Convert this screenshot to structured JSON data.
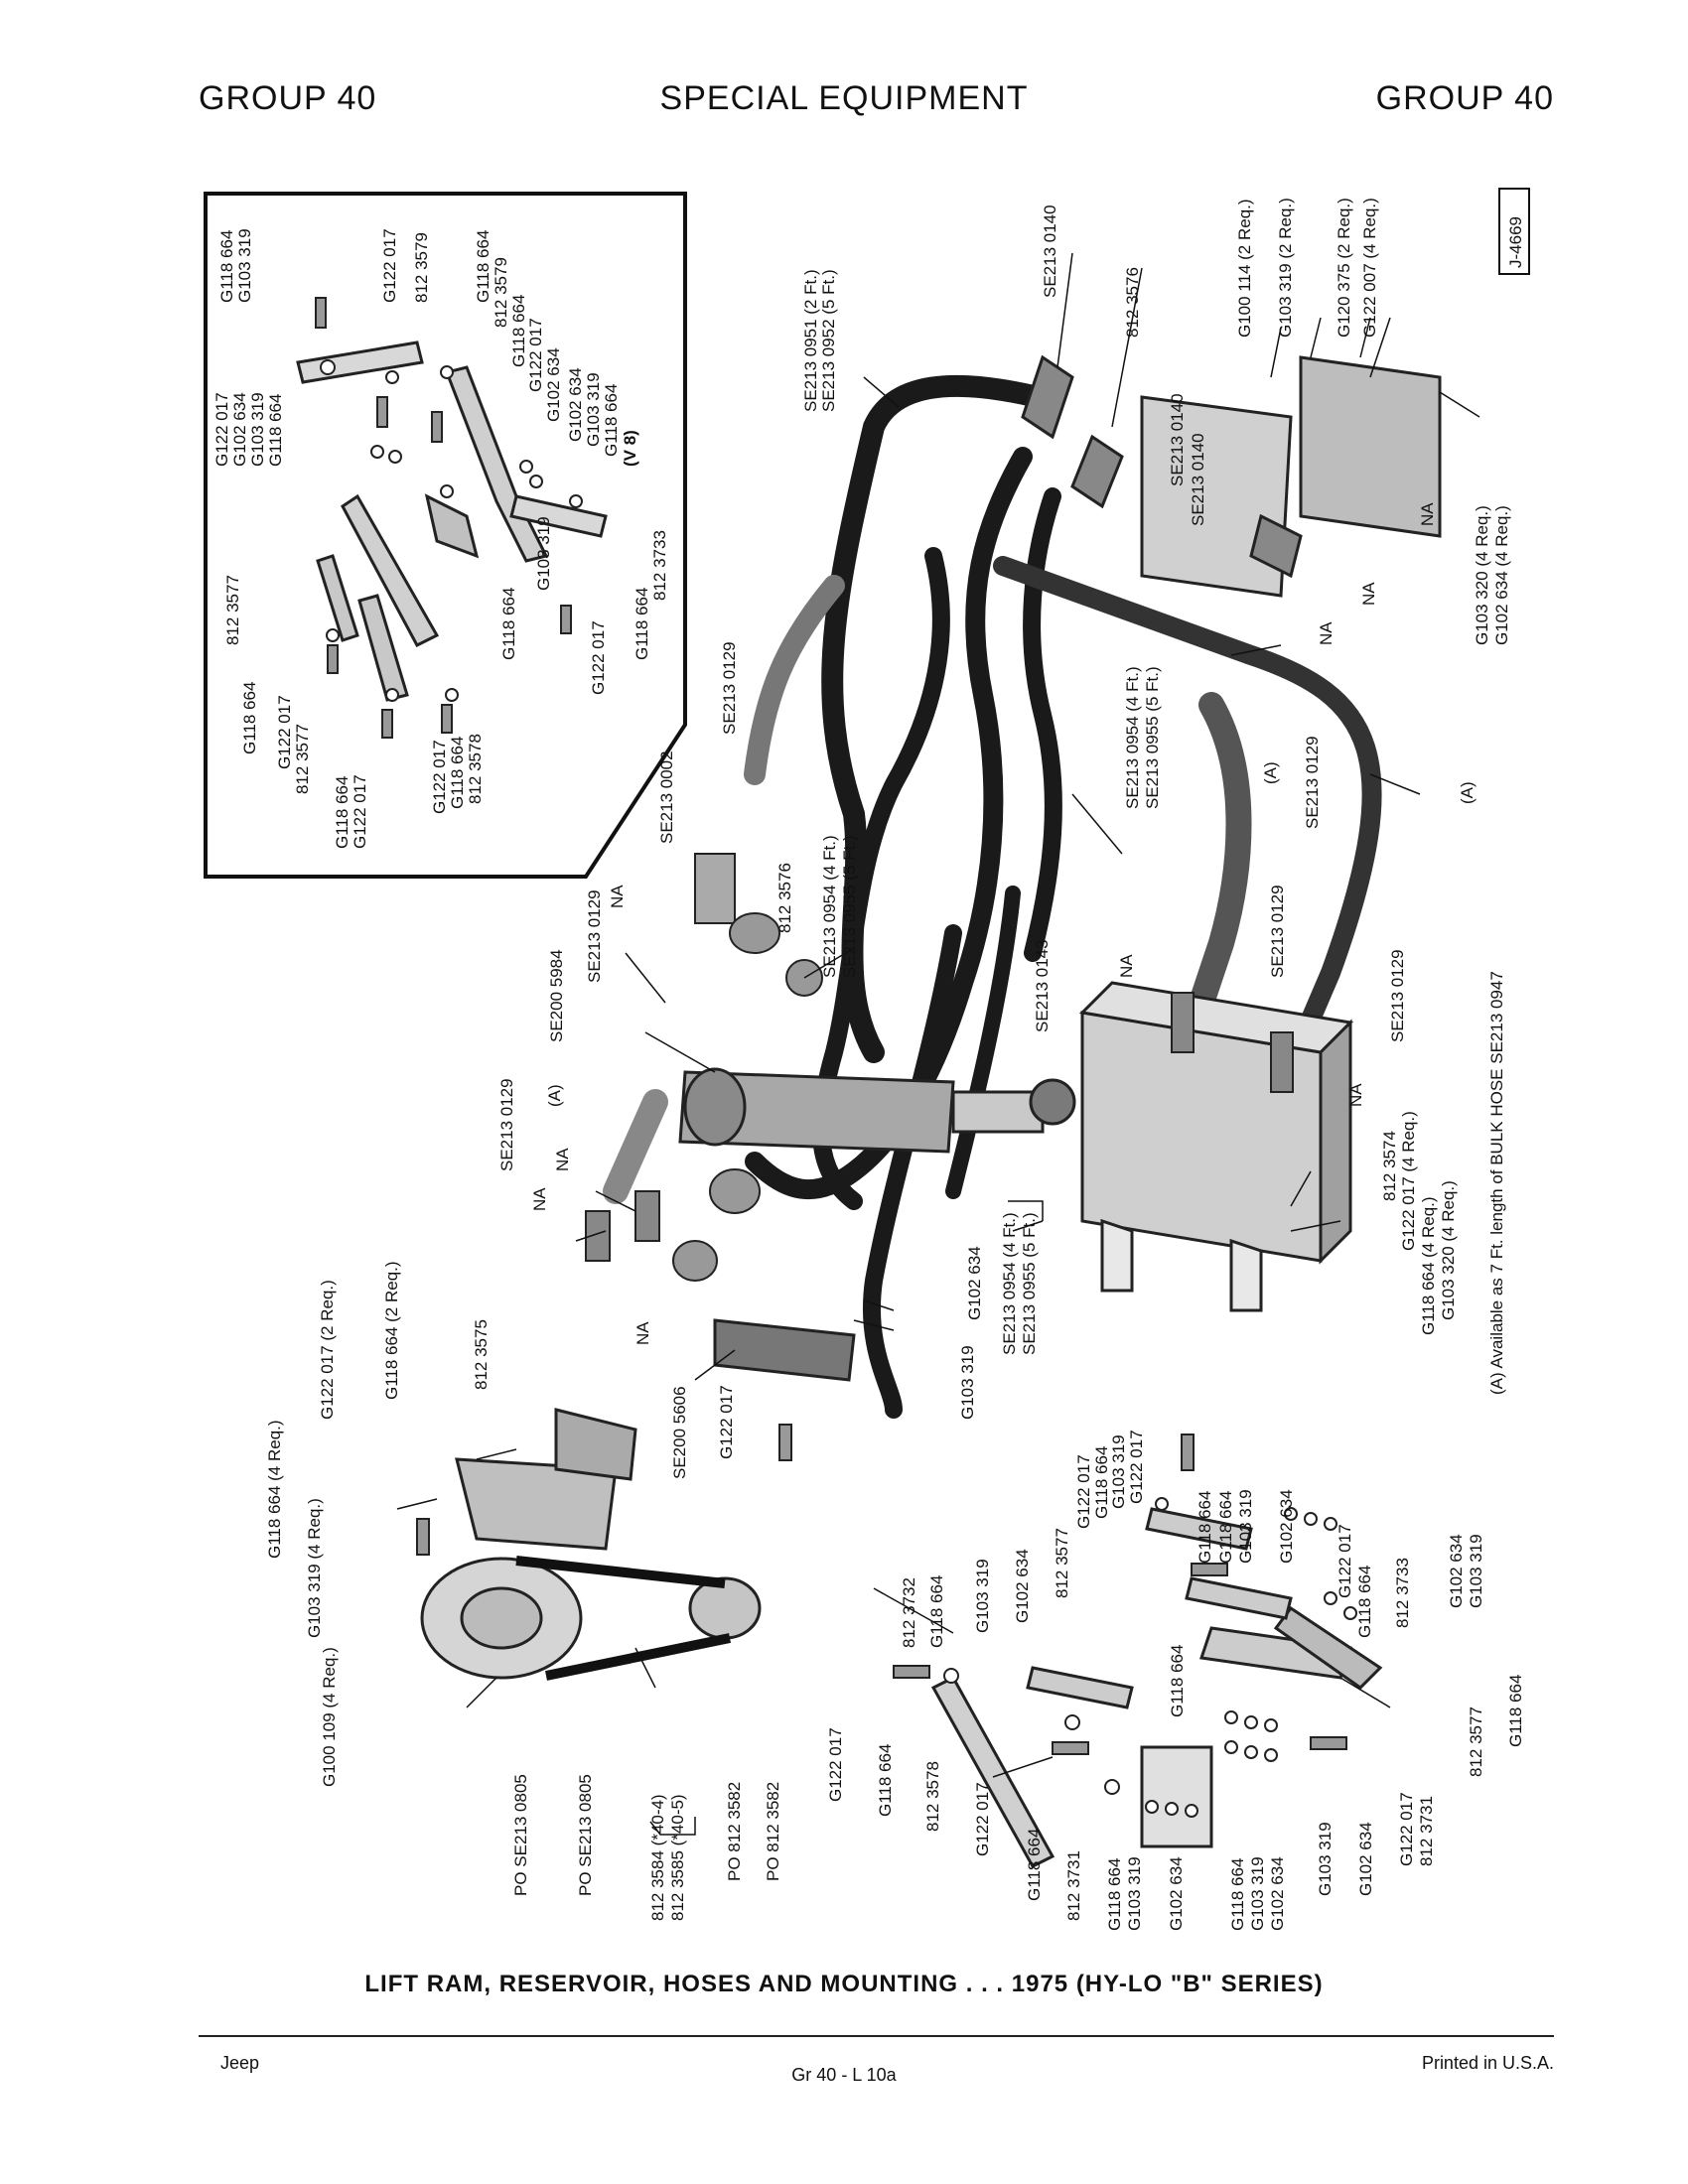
{
  "header": {
    "left": "GROUP 40",
    "center": "SPECIAL EQUIPMENT",
    "right": "GROUP 40"
  },
  "figure_id": "J-4669",
  "inset": {
    "note": "(V 8)",
    "labels": [
      "G118 664",
      "G103 319",
      "G122 017",
      "812 3579",
      "G118 664",
      "812 3579",
      "G118 664",
      "G122 017",
      "G102 634",
      "G102 634",
      "G103 319",
      "G118 664",
      "G122 017",
      "G102 634",
      "G103 319",
      "G118 664",
      "812 3577",
      "G103 319",
      "G118 664",
      "812 3733",
      "G118 664",
      "G122 017",
      "G118 664",
      "G122 017",
      "812 3577",
      "G118 664",
      "G122 017",
      "G122 017",
      "G118 664",
      "812 3578"
    ]
  },
  "callouts": {
    "c01": "SE213 0951 (2 Ft.)",
    "c02": "SE213 0952 (5 Ft.)",
    "c03": "SE213 0140",
    "c04": "812 3576",
    "c05": "G100 114 (2 Req.)",
    "c06": "G103 319 (2 Req.)",
    "c07": "G120 375 (2 Req.)",
    "c08": "G122 007 (4 Req.)",
    "c09": "SE213 0140",
    "c10": "SE213 0140",
    "c11": "G103 320 (4 Req.)",
    "c12": "G102 634 (4 Req.)",
    "c13": "NA",
    "c14": "NA",
    "c15": "NA",
    "c16": "SE213 0129",
    "c17": "SE213 0954 (4 Ft.)",
    "c18": "SE213 0955 (5 Ft.)",
    "c19": "(A)",
    "c20": "SE213 0129",
    "c21": "(A)",
    "c22": "SE213 0002",
    "c23": "812 3576",
    "c24": "SE213 0954 (4 Ft.)",
    "c25": "SE213 0955 (5 Ft.)",
    "c26": "NA",
    "c27": "SE213 0129",
    "c28": "SE200 5984",
    "c29": "SE213 0143",
    "c30": "NA",
    "c31": "SE213 0129",
    "c32": "SE213 0129",
    "c33": "(A)",
    "c34": "SE213 0129",
    "c35": "NA",
    "c36": "NA",
    "c37": "NA",
    "c38": "812 3574",
    "c39": "G122 017 (4 Req.)",
    "c40": "G118 664 (4 Req.)",
    "c41": "G103 320 (4 Req.)",
    "c42": "(A) Available as 7 Ft. length of BULK HOSE SE213 0947",
    "c43": "NA",
    "c44": "G102 634",
    "c45": "SE213 0954 (4 Ft.)",
    "c46": "SE213 0955 (5 Ft.)",
    "c47": "G103 319",
    "c48": "G122 017",
    "c49": "SE200 5606",
    "c50": "812 3575",
    "c51": "G118 664 (2 Req.)",
    "c52": "G122 017 (2 Req.)",
    "c53": "G118 664 (4 Req.)",
    "c54": "G103 319 (4 Req.)",
    "c55": "G100 109 (4 Req.)",
    "c56": "PO SE213 0805",
    "c57": "PO SE213 0805",
    "c58": "812 3584 (*40-4)",
    "c59": "812 3585 (*40-5)",
    "c60": "PO 812 3582",
    "c61": "PO 812 3582",
    "c62": "G122 017",
    "c63": "G118 664",
    "c64": "G103 319",
    "c65": "G122 017",
    "c66": "G118 664",
    "c67": "G118 664",
    "c68": "G103 319",
    "c69": "G102 634",
    "c70": "812 3577",
    "c71": "G122 017",
    "c72": "G118 664",
    "c73": "812 3733",
    "c74": "G102 634",
    "c75": "G103 319",
    "c76": "G102 634",
    "c77": "G103 319",
    "c78": "G118 664",
    "c79": "812 3732",
    "c80": "G118 664",
    "c81": "G122 017",
    "c82": "G118 664",
    "c83": "812 3578",
    "c84": "G122 017",
    "c85": "G118 664",
    "c86": "812 3731",
    "c87": "G118 664",
    "c88": "G103 319",
    "c89": "G102 634",
    "c90": "G118 664",
    "c91": "G103 319",
    "c92": "G102 634",
    "c93": "G103 319",
    "c94": "G102 634",
    "c95": "G122 017",
    "c96": "812 3731",
    "c97": "812 3577",
    "c98": "G118 664"
  },
  "caption": "LIFT RAM, RESERVOIR, HOSES AND MOUNTING . . . 1975 (HY-LO \"B\" SERIES)",
  "footer": {
    "left": "Jeep",
    "center": "Gr 40 - L 10a",
    "right": "Printed in U.S.A."
  }
}
